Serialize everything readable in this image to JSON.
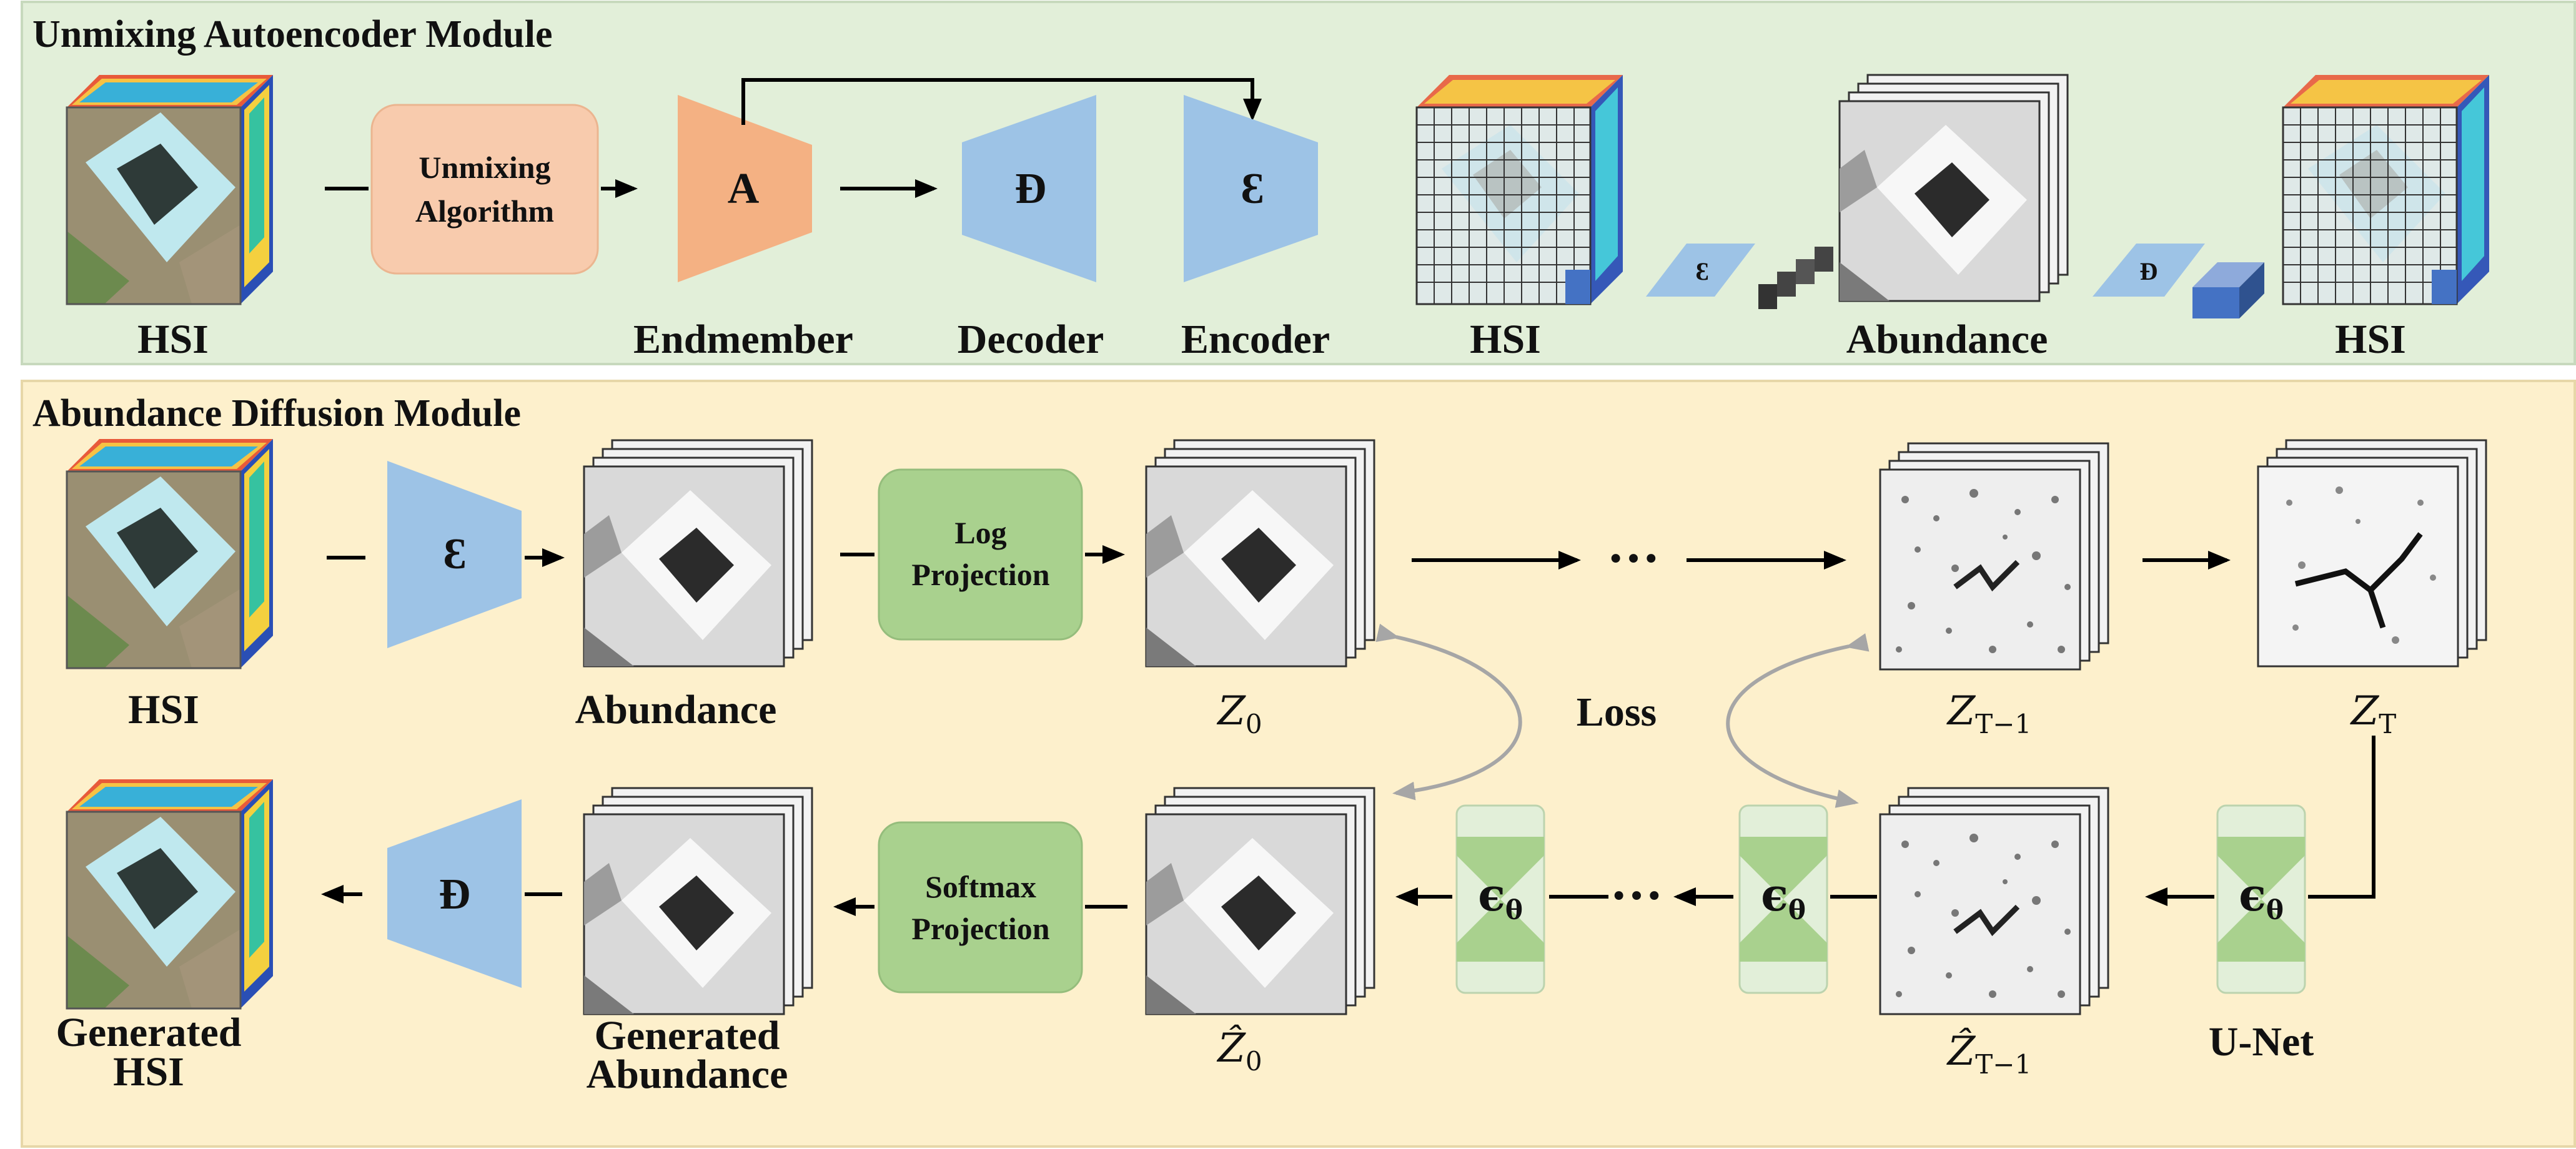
{
  "panels": {
    "unmixing": {
      "title": "Unmixing Autoencoder Module",
      "bg": "#e2efd9",
      "border": "#c7d9bd"
    },
    "diffusion": {
      "title": "Abundance Diffusion Module",
      "bg": "#fdf0cc",
      "border": "#e7d7a8"
    }
  },
  "colors": {
    "orange": "#f4b183",
    "orange_light": "#f8cbad",
    "blue": "#9dc3e6",
    "green": "#a9d18e",
    "green_light": "#e2efd9",
    "cube_blue": "#4472c4"
  },
  "top": {
    "hsi_label": "HSI",
    "unmixing_box": {
      "line1": "Unmixing",
      "line2": "Algorithm"
    },
    "endmember": {
      "symbol": "A",
      "label": "Endmember"
    },
    "decoder": {
      "symbol": "Ɖ",
      "label": "Decoder"
    },
    "encoder": {
      "symbol": "Ɛ",
      "label": "Encoder"
    },
    "flow_hsi_left_label": "HSI",
    "flow_abundance_label": "Abundance",
    "flow_hsi_right_label": "HSI",
    "mini_encoder_symbol": "Ɛ",
    "mini_decoder_symbol": "Ɖ"
  },
  "bottom": {
    "hsi_label": "HSI",
    "encoder_symbol": "Ɛ",
    "abundance_label": "Abundance",
    "log_box": {
      "line1": "Log",
      "line2": "Projection"
    },
    "z0": {
      "base": "Z",
      "sub": "0"
    },
    "ellipsis_top": "•••",
    "zt1": {
      "base": "Z",
      "sub": "T−1"
    },
    "zt": {
      "base": "Z",
      "sub": "T"
    },
    "loss_label": "Loss",
    "generated_hsi_label": {
      "line1": "Generated",
      "line2": "HSI"
    },
    "decoder_symbol": "Ɖ",
    "generated_abundance_label": {
      "line1": "Generated",
      "line2": "Abundance"
    },
    "softmax_box": {
      "line1": "Softmax",
      "line2": "Projection"
    },
    "z0_hat": {
      "base": "Ẑ",
      "sub": "0"
    },
    "ellipsis_bottom": "•••",
    "zt1_hat": {
      "base": "Ẑ",
      "sub": "T−1"
    },
    "eps_symbol": "ϵ",
    "eps_sub": "θ",
    "unet_label": "U-Net"
  }
}
